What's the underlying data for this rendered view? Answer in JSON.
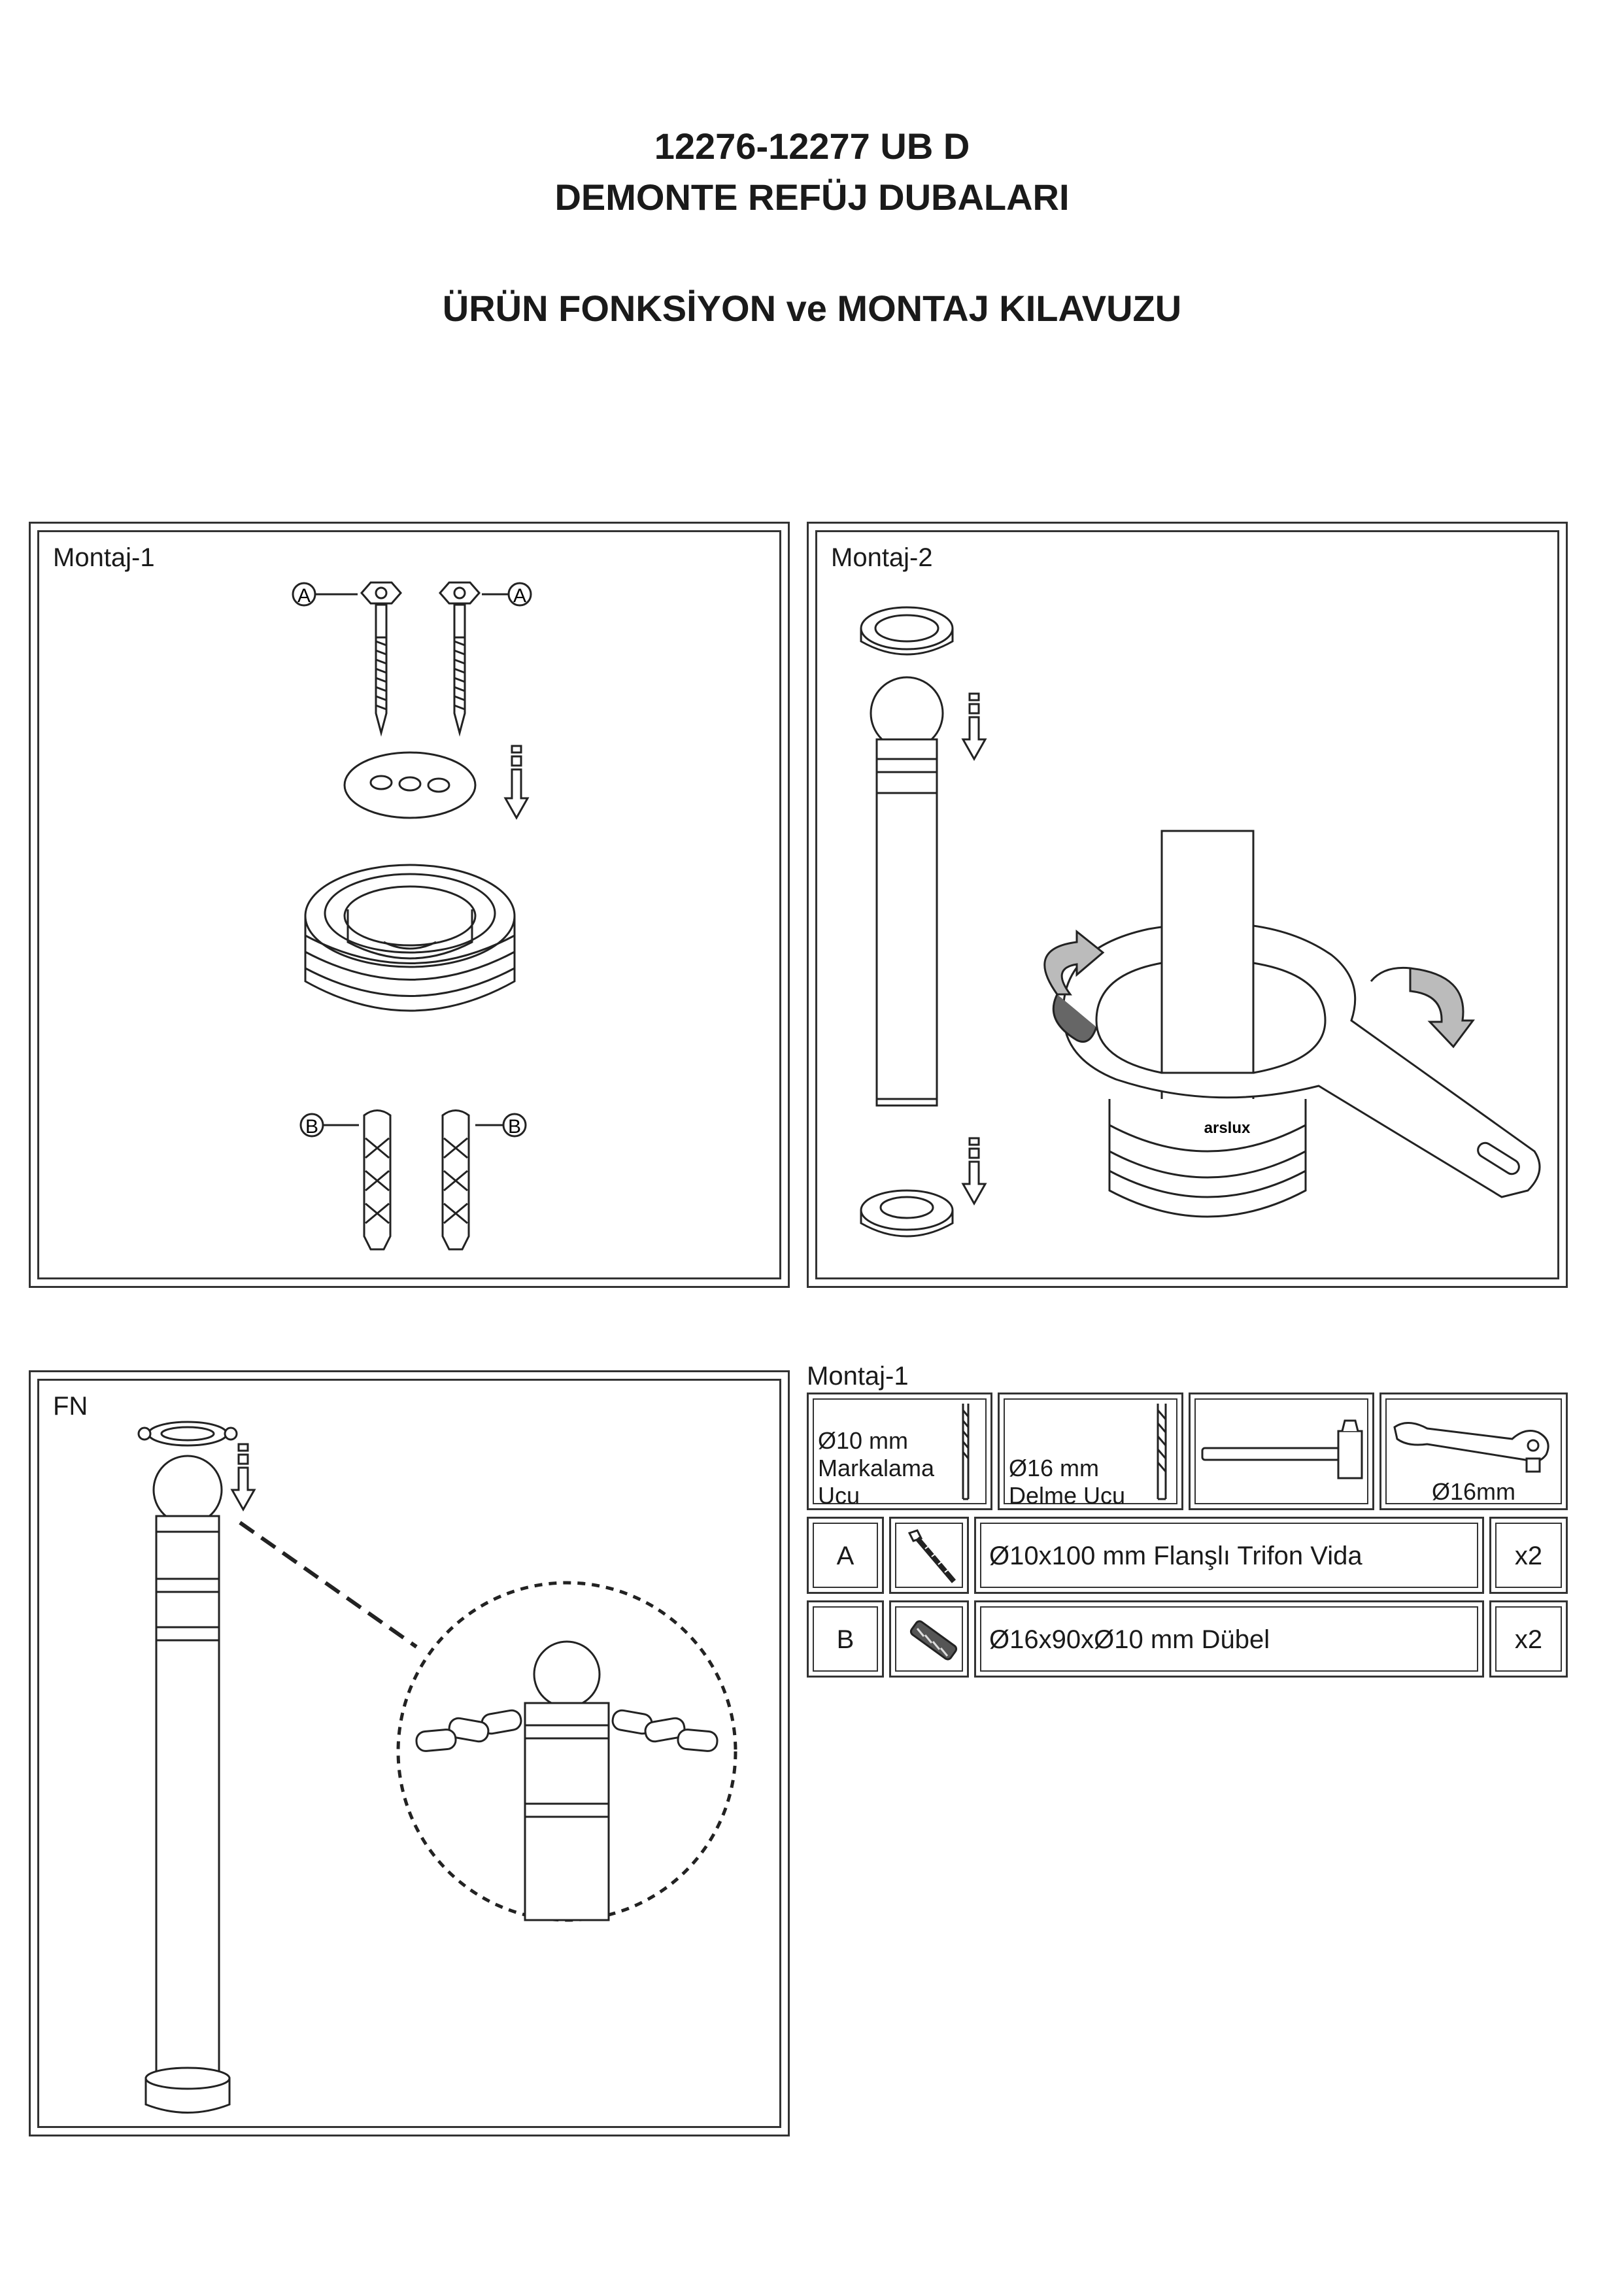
{
  "header": {
    "line1": "12276-12277 UB D",
    "line2": "DEMONTE REFÜJ DUBALARI",
    "line3": "ÜRÜN FONKSİYON ve MONTAJ KILAVUZU"
  },
  "panels": {
    "step1": {
      "label": "Montaj-1",
      "callout_a": "A",
      "callout_b": "B"
    },
    "step2": {
      "label": "Montaj-2",
      "brand": "arslux"
    },
    "final": {
      "label": "FN"
    }
  },
  "parts": {
    "heading": "Montaj-1",
    "tools": [
      {
        "lines": [
          "Ø10 mm",
          "Markalama",
          "Ucu"
        ],
        "icon": "drill-bit-icon"
      },
      {
        "lines": [
          "Ø16 mm",
          "Delme Ucu"
        ],
        "icon": "drill-bit-icon"
      },
      {
        "lines": [],
        "icon": "hammer-icon"
      },
      {
        "lines": [
          "Ø16mm"
        ],
        "icon": "ratchet-wrench-icon"
      }
    ],
    "rows": [
      {
        "code": "A",
        "desc": "Ø10x100 mm Flanşlı Trifon Vida",
        "qty": "x2",
        "icon": "screw-icon"
      },
      {
        "code": "B",
        "desc": "Ø16x90xØ10 mm Dübel",
        "qty": "x2",
        "icon": "wall-plug-icon"
      }
    ]
  }
}
